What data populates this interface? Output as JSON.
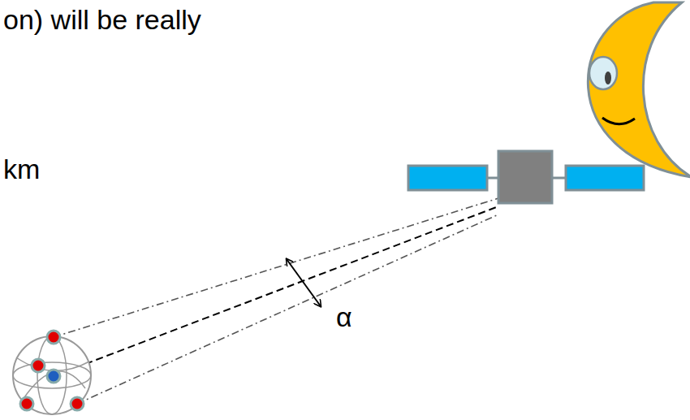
{
  "diagram": {
    "labels": [
      "on) will be really",
      "km",
      "α"
    ]
  }
}
